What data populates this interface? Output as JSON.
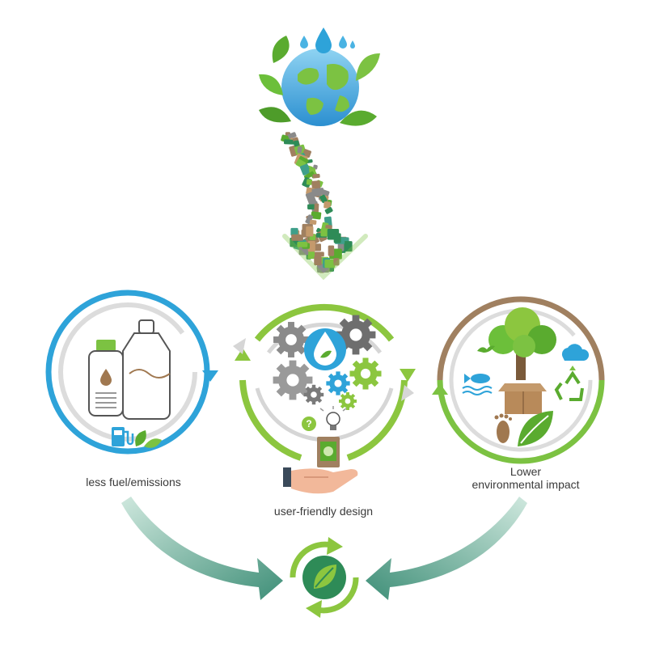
{
  "labels": {
    "left": "less fuel/emissions",
    "center": "user-friendly design",
    "right_line1": "Lower",
    "right_line2": "environmental impact"
  },
  "icons": {
    "top": "earth-globe-icon",
    "flow": "waste-arrow-icon",
    "left": "bottles-icon",
    "center": "gears-water-drop-icon",
    "right": "tree-box-icon",
    "bottom": "recycle-leaf-icon"
  },
  "colors": {
    "blue": "#2ea3d9",
    "lime": "#8cc63f",
    "brown": "#a08060",
    "dark_green": "#2e8b57",
    "teal_arrow": "#4f9e86",
    "leaf_green": "#5aab2f"
  }
}
